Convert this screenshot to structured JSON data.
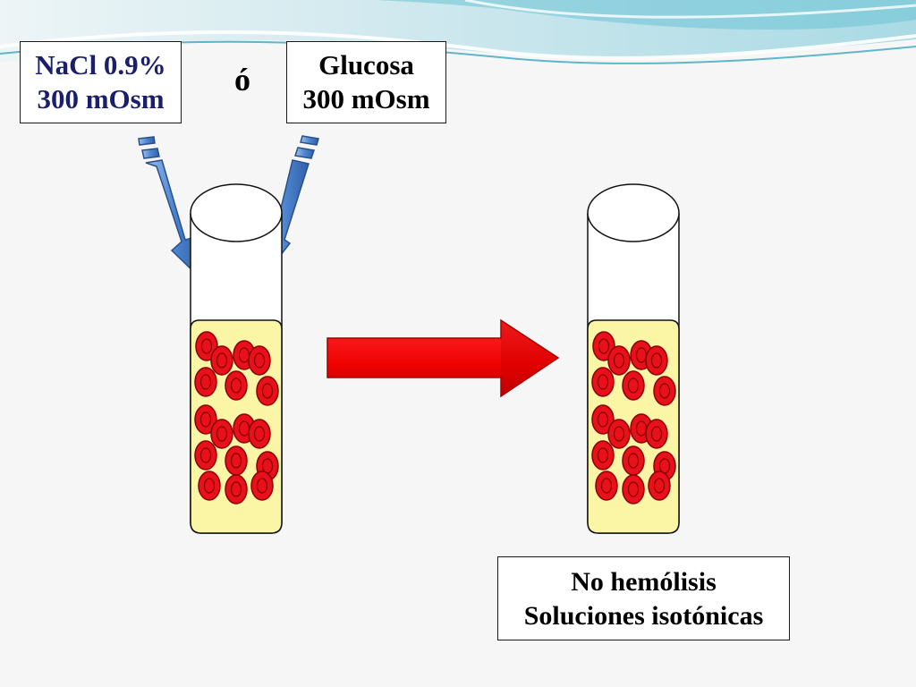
{
  "labels": {
    "nacl": {
      "line1": "NaCl 0.9%",
      "line2": "300 mOsm"
    },
    "glucosa": {
      "line1": "Glucosa",
      "line2": "300 mOsm"
    },
    "or_word": "ó",
    "result": {
      "line1": "No hemólisis",
      "line2": "Soluciones isotónicas"
    }
  },
  "icons": {
    "input_arrows": "blue-down-arrow-icon",
    "process_arrow": "red-right-arrow-icon",
    "cell": "red-blood-cell-icon"
  },
  "colors": {
    "background": "#f6f6f6",
    "solution": "#fbf5a6",
    "cell_fill": "#e8101a",
    "cell_edge": "#8a0000",
    "arrow_blue": "#4f86cf",
    "arrow_red": "#ee0000",
    "header_wave": "#8fd0df"
  }
}
